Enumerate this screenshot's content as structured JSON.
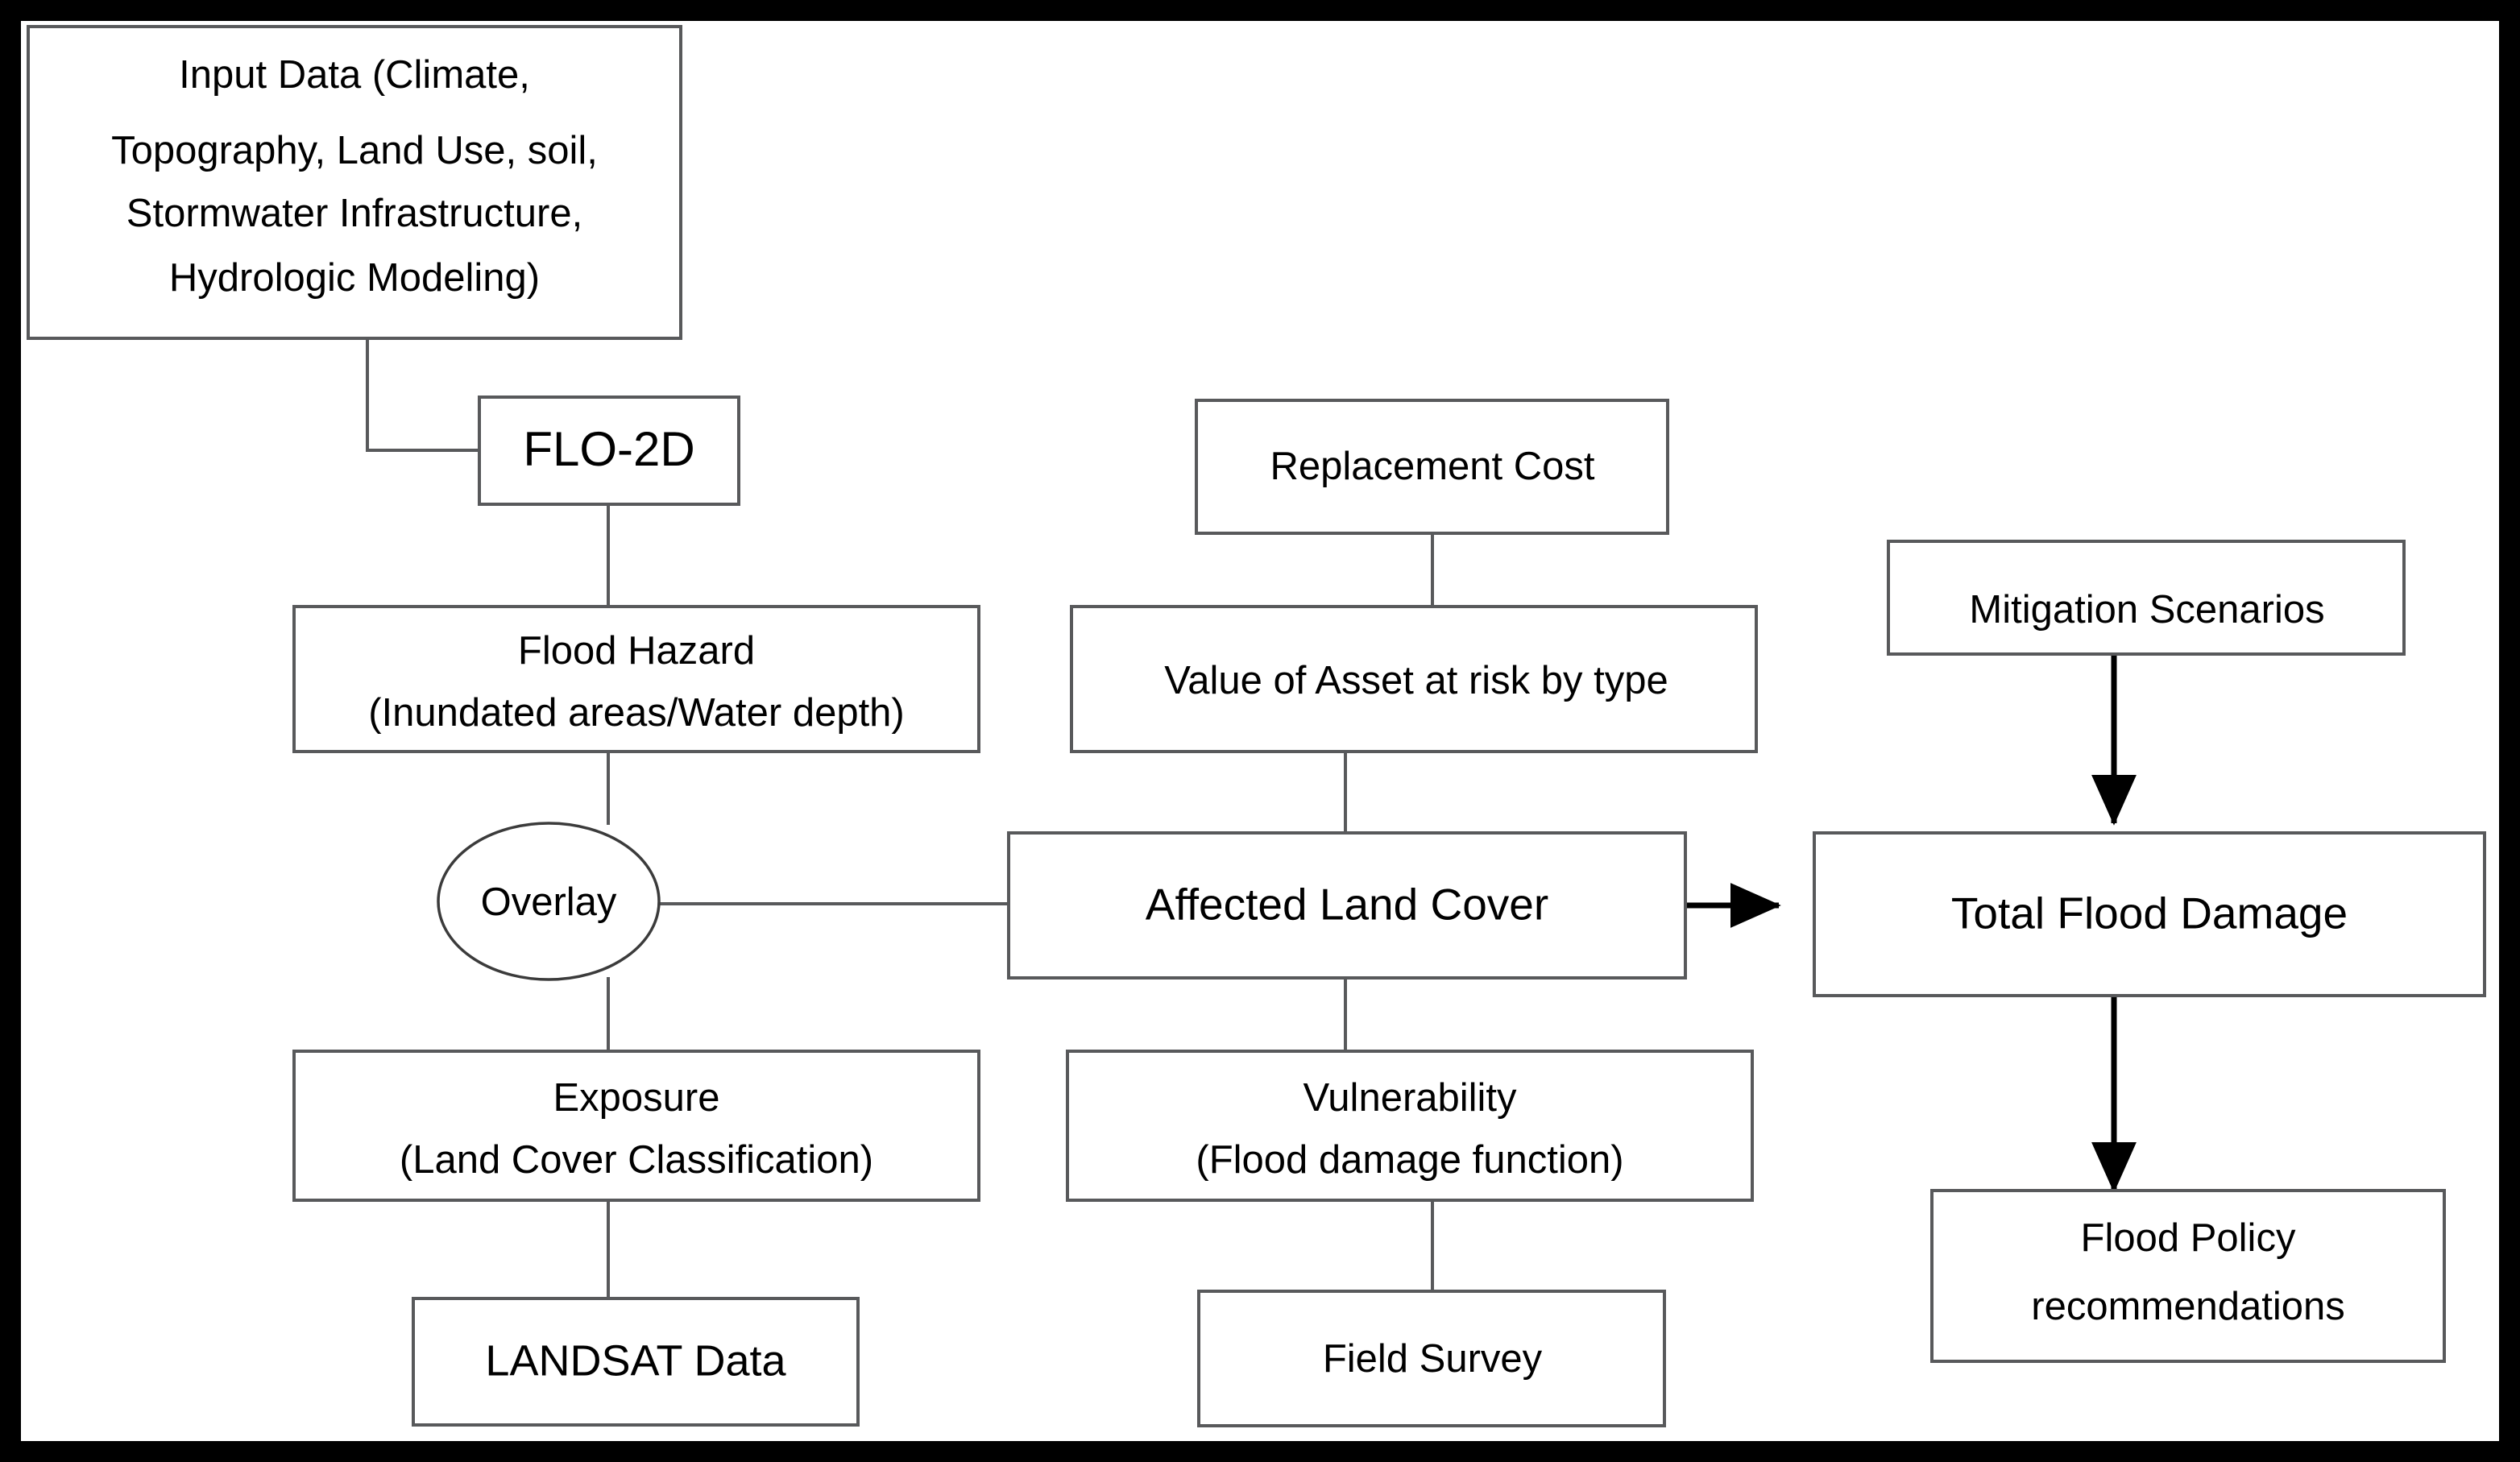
{
  "diagram": {
    "title": "Flood Risk Assessment Methodology Flowchart",
    "border_color": "#000000",
    "box_stroke_color": "#58595b",
    "text_color": "#000000",
    "background": "#ffffff",
    "nodes": [
      {
        "id": "input-data",
        "shape": "rect",
        "lines": [
          "Input Data (Climate,",
          "Topography, Land Use, soil,",
          "Stormwater Infrastructure,",
          "Hydrologic Modeling)"
        ]
      },
      {
        "id": "flo-2d",
        "shape": "rect",
        "lines": [
          "FLO-2D"
        ]
      },
      {
        "id": "flood-hazard",
        "shape": "rect",
        "lines": [
          "Flood Hazard",
          "(Inundated areas/Water depth)"
        ]
      },
      {
        "id": "overlay",
        "shape": "ellipse",
        "lines": [
          "Overlay"
        ]
      },
      {
        "id": "exposure",
        "shape": "rect",
        "lines": [
          "Exposure",
          "(Land Cover Classification)"
        ]
      },
      {
        "id": "landsat-data",
        "shape": "rect",
        "lines": [
          "LANDSAT Data"
        ]
      },
      {
        "id": "replacement-cost",
        "shape": "rect",
        "lines": [
          "Replacement Cost"
        ]
      },
      {
        "id": "value-of-asset",
        "shape": "rect",
        "lines": [
          "Value of Asset at risk by type"
        ]
      },
      {
        "id": "affected-land-cover",
        "shape": "rect",
        "lines": [
          "Affected Land Cover"
        ]
      },
      {
        "id": "vulnerability",
        "shape": "rect",
        "lines": [
          "Vulnerability",
          "(Flood damage function)"
        ]
      },
      {
        "id": "field-survey",
        "shape": "rect",
        "lines": [
          "Field Survey"
        ]
      },
      {
        "id": "mitigation-scenarios",
        "shape": "rect",
        "lines": [
          "Mitigation Scenarios"
        ]
      },
      {
        "id": "total-flood-damage",
        "shape": "rect",
        "lines": [
          "Total Flood Damage"
        ]
      },
      {
        "id": "flood-policy",
        "shape": "rect",
        "lines": [
          "Flood Policy",
          "recommendations"
        ]
      }
    ],
    "edges": [
      {
        "from": "input-data",
        "to": "flo-2d",
        "style": "elbow",
        "arrow": false
      },
      {
        "from": "flo-2d",
        "to": "flood-hazard",
        "style": "line",
        "arrow": false
      },
      {
        "from": "flood-hazard",
        "to": "overlay",
        "style": "line",
        "arrow": false
      },
      {
        "from": "overlay",
        "to": "exposure",
        "style": "line",
        "arrow": false
      },
      {
        "from": "exposure",
        "to": "landsat-data",
        "style": "line",
        "arrow": false
      },
      {
        "from": "overlay",
        "to": "affected-land-cover",
        "style": "line",
        "arrow": false
      },
      {
        "from": "replacement-cost",
        "to": "value-of-asset",
        "style": "line",
        "arrow": false
      },
      {
        "from": "value-of-asset",
        "to": "affected-land-cover",
        "style": "line",
        "arrow": false
      },
      {
        "from": "affected-land-cover",
        "to": "vulnerability",
        "style": "line",
        "arrow": false
      },
      {
        "from": "vulnerability",
        "to": "field-survey",
        "style": "line",
        "arrow": false
      },
      {
        "from": "affected-land-cover",
        "to": "total-flood-damage",
        "style": "line",
        "arrow": true
      },
      {
        "from": "mitigation-scenarios",
        "to": "total-flood-damage",
        "style": "line",
        "arrow": true
      },
      {
        "from": "total-flood-damage",
        "to": "flood-policy",
        "style": "line",
        "arrow": true
      }
    ]
  },
  "labels": {
    "input_data_l1": "Input Data (Climate,",
    "input_data_l2": "Topography, Land Use, soil,",
    "input_data_l3": "Stormwater Infrastructure,",
    "input_data_l4": "Hydrologic Modeling)",
    "flo_2d": "FLO-2D",
    "flood_hazard_l1": "Flood Hazard",
    "flood_hazard_l2": "(Inundated areas/Water depth)",
    "overlay": "Overlay",
    "exposure_l1": "Exposure",
    "exposure_l2": "(Land Cover Classification)",
    "landsat_data": "LANDSAT Data",
    "replacement_cost": "Replacement Cost",
    "value_of_asset": "Value of Asset at risk by type",
    "affected_land_cover": "Affected Land Cover",
    "vulnerability_l1": "Vulnerability",
    "vulnerability_l2": "(Flood damage function)",
    "field_survey": "Field Survey",
    "mitigation_scenarios": "Mitigation Scenarios",
    "total_flood_damage": "Total Flood Damage",
    "flood_policy_l1": "Flood Policy",
    "flood_policy_l2": "recommendations"
  }
}
